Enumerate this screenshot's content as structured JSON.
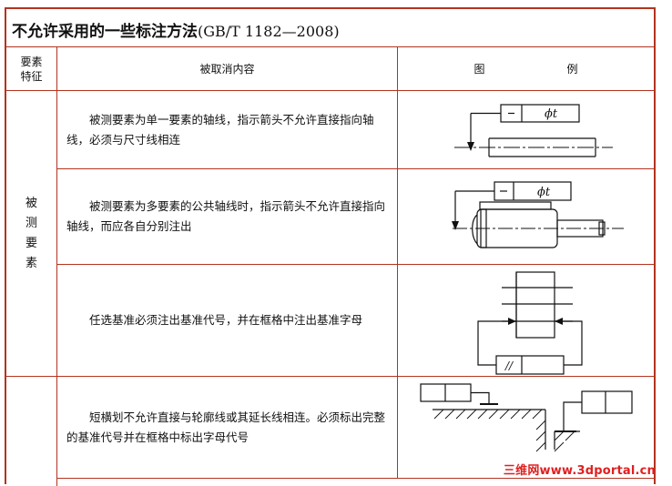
{
  "title": {
    "main": "不允许采用的一些标注方法",
    "standard": "(GB/T 1182—2008)"
  },
  "header": {
    "feature": "要素特征",
    "content": "被取消内容",
    "figure_left": "图",
    "figure_right": "例"
  },
  "groups": {
    "measured": "被测要素"
  },
  "rows": [
    {
      "text": "被测要素为单一要素的轴线，指示箭头不允许直接指向轴线，必须与尺寸线相连",
      "symbol": "ϕt"
    },
    {
      "text": "被测要素为多要素的公共轴线时，指示箭头不允许直接指向轴线，而应各自分别注出",
      "symbol": "ϕt"
    },
    {
      "text": "任选基准必须注出基准代号，并在框格中注出基准字母",
      "symbol": "//"
    },
    {
      "text": "短横划不允许直接与轮廓线或其延长线相连。必须标出完整的基准代号并在框格中标出字母代号"
    }
  ],
  "watermark": "三维网www.3dportal.cn"
}
